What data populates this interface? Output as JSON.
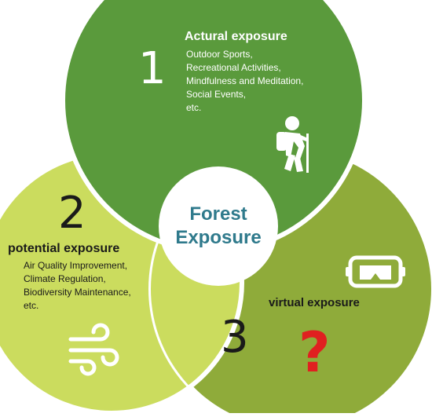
{
  "center": {
    "lines": [
      "Forest",
      "Exposure"
    ]
  },
  "sections": [
    {
      "number": "1",
      "title": "Actural exposure",
      "items": [
        "Outdoor Sports,",
        "Recreational Activities,",
        "Mindfulness and Meditation,",
        "Social Events,",
        "etc."
      ],
      "icon": "hiker-icon"
    },
    {
      "number": "2",
      "title": "potential exposure",
      "items": [
        "Air Quality Improvement,",
        "Climate Regulation,",
        "Biodiversity Maintenance,",
        "etc."
      ],
      "icon": "wind-icon"
    },
    {
      "number": "3",
      "title": "virtual exposure",
      "items": [],
      "icon": "vr-headset-icon",
      "extra_icon": "question-mark-icon"
    }
  ],
  "colors": {
    "section1": "#5a9a3c",
    "section2": "#cbdc5e",
    "section3": "#8fab3a",
    "center_text": "#2f7a8c",
    "question_mark": "#e02020",
    "number_text": "#1a1a1a"
  }
}
